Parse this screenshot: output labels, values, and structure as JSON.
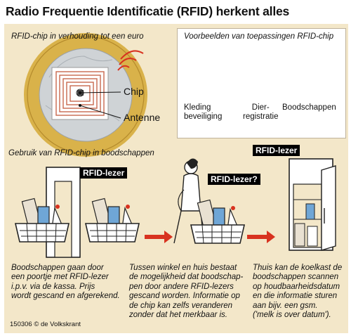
{
  "title": "Radio Frequentie Identificatie (RFID) herkent alles",
  "coin_section": {
    "caption": "RFID-chip in verhouding tot een euro",
    "chip_label": "Chip",
    "antenna_label": "Antenne"
  },
  "examples": {
    "heading": "Voorbeelden van toepassingen RFID-chip",
    "items": [
      {
        "icon": "tshirt-icon",
        "label_lines": [
          "Kleding",
          "beveiliging"
        ]
      },
      {
        "icon": "cow-icon",
        "label_lines": [
          "Dier-",
          "registratie"
        ]
      },
      {
        "icon": "basket-icon",
        "label_lines": [
          "Boodschappen"
        ]
      }
    ]
  },
  "usage": {
    "heading": "Gebruik van RFID-chip in boodschappen",
    "reader_tag_1": "RFID-lezer",
    "reader_tag_2": "RFID-lezer?",
    "reader_tag_3": "RFID-lezer",
    "steps": [
      {
        "lines": [
          "Boodschappen gaan door",
          "een poortje met RFID-lezer",
          "i.p.v. via de kassa. Prijs",
          "wordt gescand en afgerekend."
        ]
      },
      {
        "lines": [
          "Tussen winkel en huis bestaat",
          "de mogelijkheid dat boodschap-",
          "pen door andere RFID-lezers",
          "gescand worden. Informatie op",
          "de chip kan zelfs veranderen",
          "zonder dat het merkbaar is."
        ]
      },
      {
        "lines": [
          "Thuis kan de koelkast de",
          "boodschappen scannen",
          "op houdbaarheidsdatum",
          "en die informatie sturen",
          "aan bijv. een gsm.",
          "('melk is over datum')."
        ]
      }
    ]
  },
  "credit": "150306 © de Volkskrant",
  "colors": {
    "panel": "#f3e7c9",
    "arrow_red": "#d8321f",
    "coin_gold": "#d9b24a",
    "coin_silver": "#cfd3d6",
    "antenna_copper": "#c8684e"
  }
}
